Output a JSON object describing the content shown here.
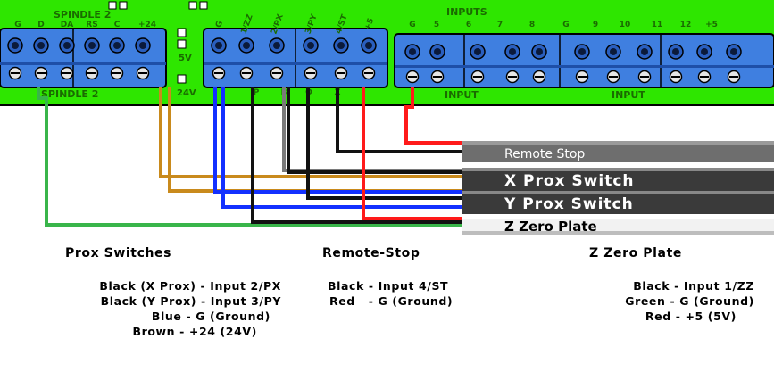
{
  "board": {
    "spindle_top": "SPINDLE 2",
    "spindle_bottom": "SPINDLE 2",
    "spindle_pins": [
      "G",
      "D",
      "DA",
      "RS",
      "C",
      "+24"
    ],
    "switch_5v": "5V",
    "switch_24v": "24V",
    "main_pins": [
      "G",
      "1/ZZ",
      "2/PX",
      "3/PY",
      "4/ST",
      "+5"
    ],
    "main_bottom_labels": [
      "P",
      "B",
      "O",
      "X"
    ],
    "inputs_title": "INPUTS",
    "input_group_a_pins": [
      "G",
      "5",
      "6",
      "7",
      "8"
    ],
    "input_group_b_pins": [
      "G",
      "9",
      "10",
      "11",
      "12",
      "+5"
    ],
    "input_label_a": "INPUT",
    "input_label_b": "INPUT"
  },
  "cables": {
    "remote_stop": "Remote Stop",
    "x_prox": "X Prox Switch",
    "y_prox": "Y Prox Switch",
    "z_zero": "Z Zero Plate"
  },
  "legend": {
    "prox": {
      "title": "Prox Switches",
      "lines": [
        "Black (X Prox) - Input 2/PX",
        "Black (Y Prox) - Input 3/PY",
        "Blue - G (Ground)",
        "Brown - +24 (24V)"
      ]
    },
    "remote": {
      "title": "Remote-Stop",
      "lines": [
        "Black - Input 4/ST",
        "Red   - G (Ground)"
      ]
    },
    "zzero": {
      "title": "Z Zero Plate",
      "lines": [
        "Black - Input 1/ZZ",
        "Green - G (Ground)",
        "Red - +5 (5V)"
      ]
    }
  },
  "colors": {
    "board_green": "#2ee600",
    "terminal_blue": "#3f7fe0",
    "wire_black": "#111111",
    "wire_blue": "#1230ff",
    "wire_brown": "#c98a1c",
    "wire_red": "#ff1a1a",
    "wire_green": "#39b54a",
    "wire_gray": "#7a7a7a"
  }
}
